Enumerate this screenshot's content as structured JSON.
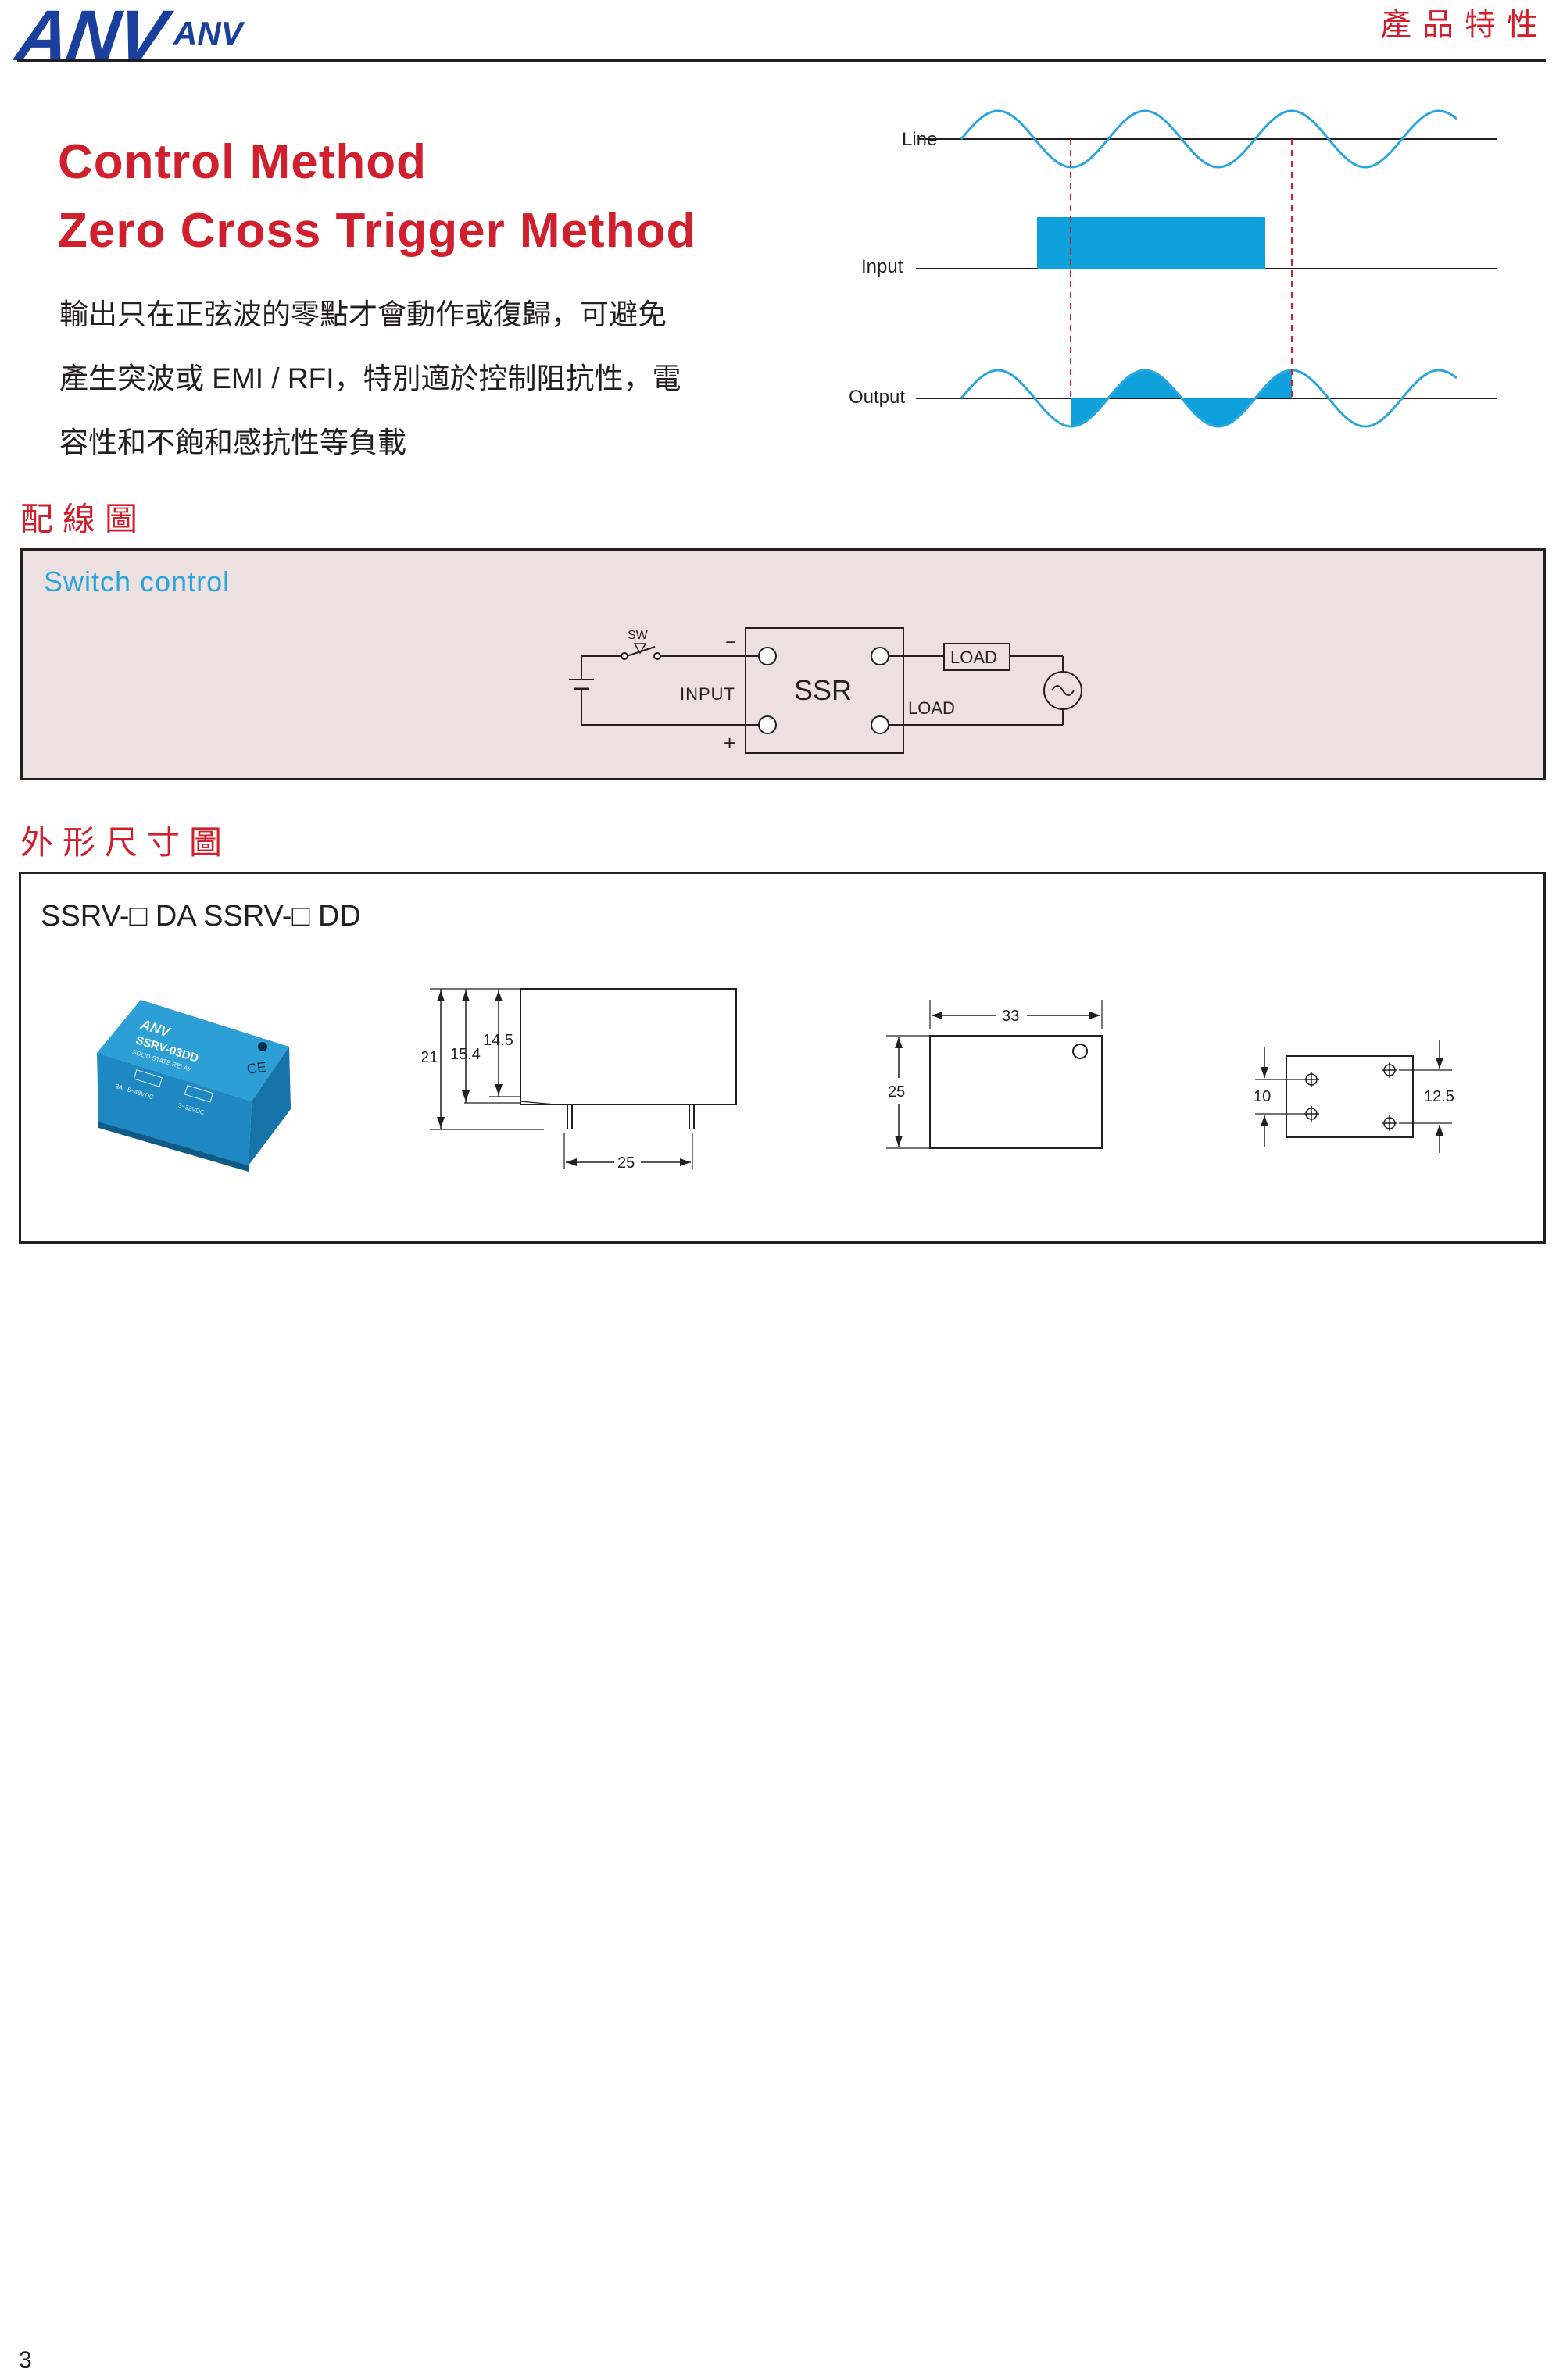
{
  "header": {
    "logo_main": "ANV",
    "logo_sub": "ANV",
    "title": "產品特性"
  },
  "control_method": {
    "title_line1": "Control Method",
    "title_line2": "Zero Cross Trigger Method",
    "description_lines": [
      "輸出只在正弦波的零點才會動作或復歸，可避免",
      "產生突波或 EMI / RFI，特別適於控制阻抗性，電",
      "容性和不飽和感抗性等負載"
    ]
  },
  "waveform": {
    "labels": {
      "line": "Line",
      "input": "Input",
      "output": "Output"
    },
    "colors": {
      "wave": "#2aa6dd",
      "fill": "#0fa1dc",
      "marker": "#d0202e"
    }
  },
  "wiring": {
    "heading": "配線圖",
    "panel_title": "Switch control",
    "sw_label": "SW",
    "minus": "−",
    "plus": "+",
    "input_label": "INPUT",
    "ssr_label": "SSR",
    "load_box_label": "LOAD",
    "load_label": "LOAD",
    "ac_source_icon": "ac-source-icon",
    "battery_icon": "battery-icon"
  },
  "dimensions": {
    "heading": "外形尺寸圖",
    "model": "SSRV-□ DA SSRV-□ DD",
    "product_photo": {
      "brand": "ANV",
      "model": "SSRV-03DD",
      "subtitle": "SOLID STATE RELAY",
      "ce_mark": "CE",
      "rating_left": "3A",
      "spec_left": "5~48VDC",
      "spec_right": "3~32VDC"
    },
    "side_view": {
      "h_21": "21",
      "h_15_4": "15.4",
      "h_14_5": "14.5",
      "w_25": "25"
    },
    "top_view": {
      "w_33": "33",
      "h_25": "25"
    },
    "pin_view": {
      "p_10": "10",
      "p_12_5": "12.5"
    }
  },
  "page_number": "3"
}
